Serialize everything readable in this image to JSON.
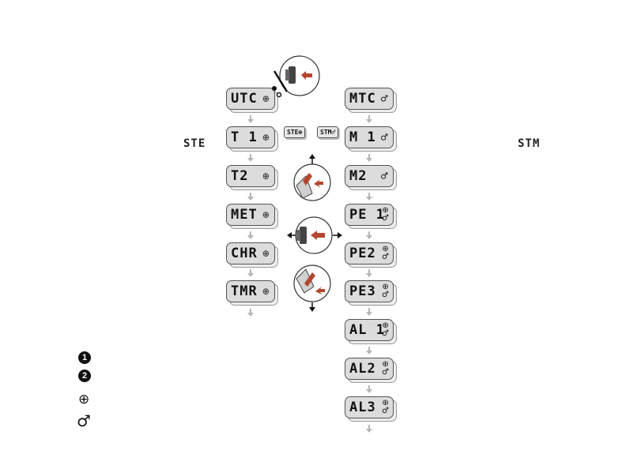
{
  "labels": {
    "left": "STE",
    "right": "STM"
  },
  "left_column": [
    {
      "text": "UTC",
      "symbol": "⊕"
    },
    {
      "text": "T 1",
      "symbol": "⊕"
    },
    {
      "text": "T2",
      "symbol": "⊕"
    },
    {
      "text": "MET",
      "symbol": "⊕"
    },
    {
      "text": "CHR",
      "symbol": "⊕"
    },
    {
      "text": "TMR",
      "symbol": "⊕"
    }
  ],
  "right_column": [
    {
      "text": "MTC",
      "symbol": "♂"
    },
    {
      "text": "M 1",
      "symbol": "♂"
    },
    {
      "text": "M2",
      "symbol": "♂"
    },
    {
      "text": "PE 1",
      "symbols": [
        "⊕",
        "♂"
      ]
    },
    {
      "text": "PE2",
      "symbols": [
        "⊕",
        "♂"
      ]
    },
    {
      "text": "PE3",
      "symbols": [
        "⊕",
        "♂"
      ]
    },
    {
      "text": "AL 1",
      "symbols": [
        "⊕",
        "♂"
      ]
    },
    {
      "text": "AL2",
      "symbols": [
        "⊕",
        "♂"
      ]
    },
    {
      "text": "AL3",
      "symbols": [
        "⊕",
        "♂"
      ]
    }
  ],
  "switch_chips": {
    "earth": "STE⊕",
    "mars": "STM♂"
  },
  "legend": [
    {
      "marker": "1"
    },
    {
      "marker": "2"
    },
    {
      "symbol": "⊕"
    },
    {
      "symbol": "♂"
    }
  ],
  "colors": {
    "accent": "#b5462e",
    "arrow": "#b5b5b5",
    "lcd": "#dcdcdc"
  },
  "icons": [
    "crown-push-icon",
    "crown-turn-icon",
    "crown-pull-push-icon",
    "crown-turn-down-icon"
  ]
}
